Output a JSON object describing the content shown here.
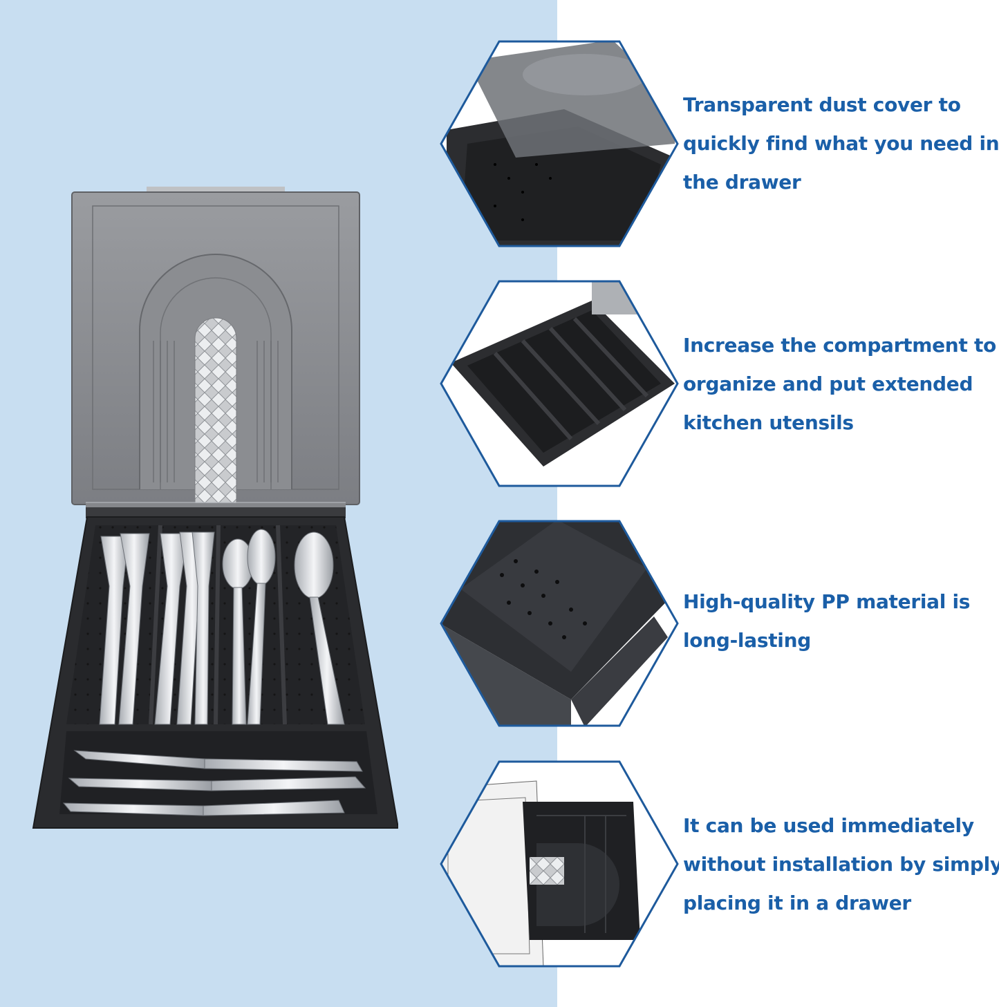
{
  "features": [
    {
      "lines": [
        "Transparent dust cover to",
        "quickly find what you need in",
        "the drawer"
      ],
      "icon": "dust-cover-photo"
    },
    {
      "lines": [
        "Increase the compartment to",
        "organize and put extended",
        "kitchen utensils"
      ],
      "icon": "compartment-tray-photo"
    },
    {
      "lines": [
        "High-quality PP material is",
        "long-lasting"
      ],
      "icon": "pp-material-closeup-photo"
    },
    {
      "lines": [
        "It can be used immediately",
        "without installation by simply",
        "placing it in a drawer"
      ],
      "icon": "drawer-placement-photo"
    }
  ],
  "colors": {
    "panel": "#c8def1",
    "caption": "#1a5fa8",
    "hex_border": "#1e5a9c",
    "tray": "#2a2b2e",
    "lid": "#8d8f93"
  }
}
